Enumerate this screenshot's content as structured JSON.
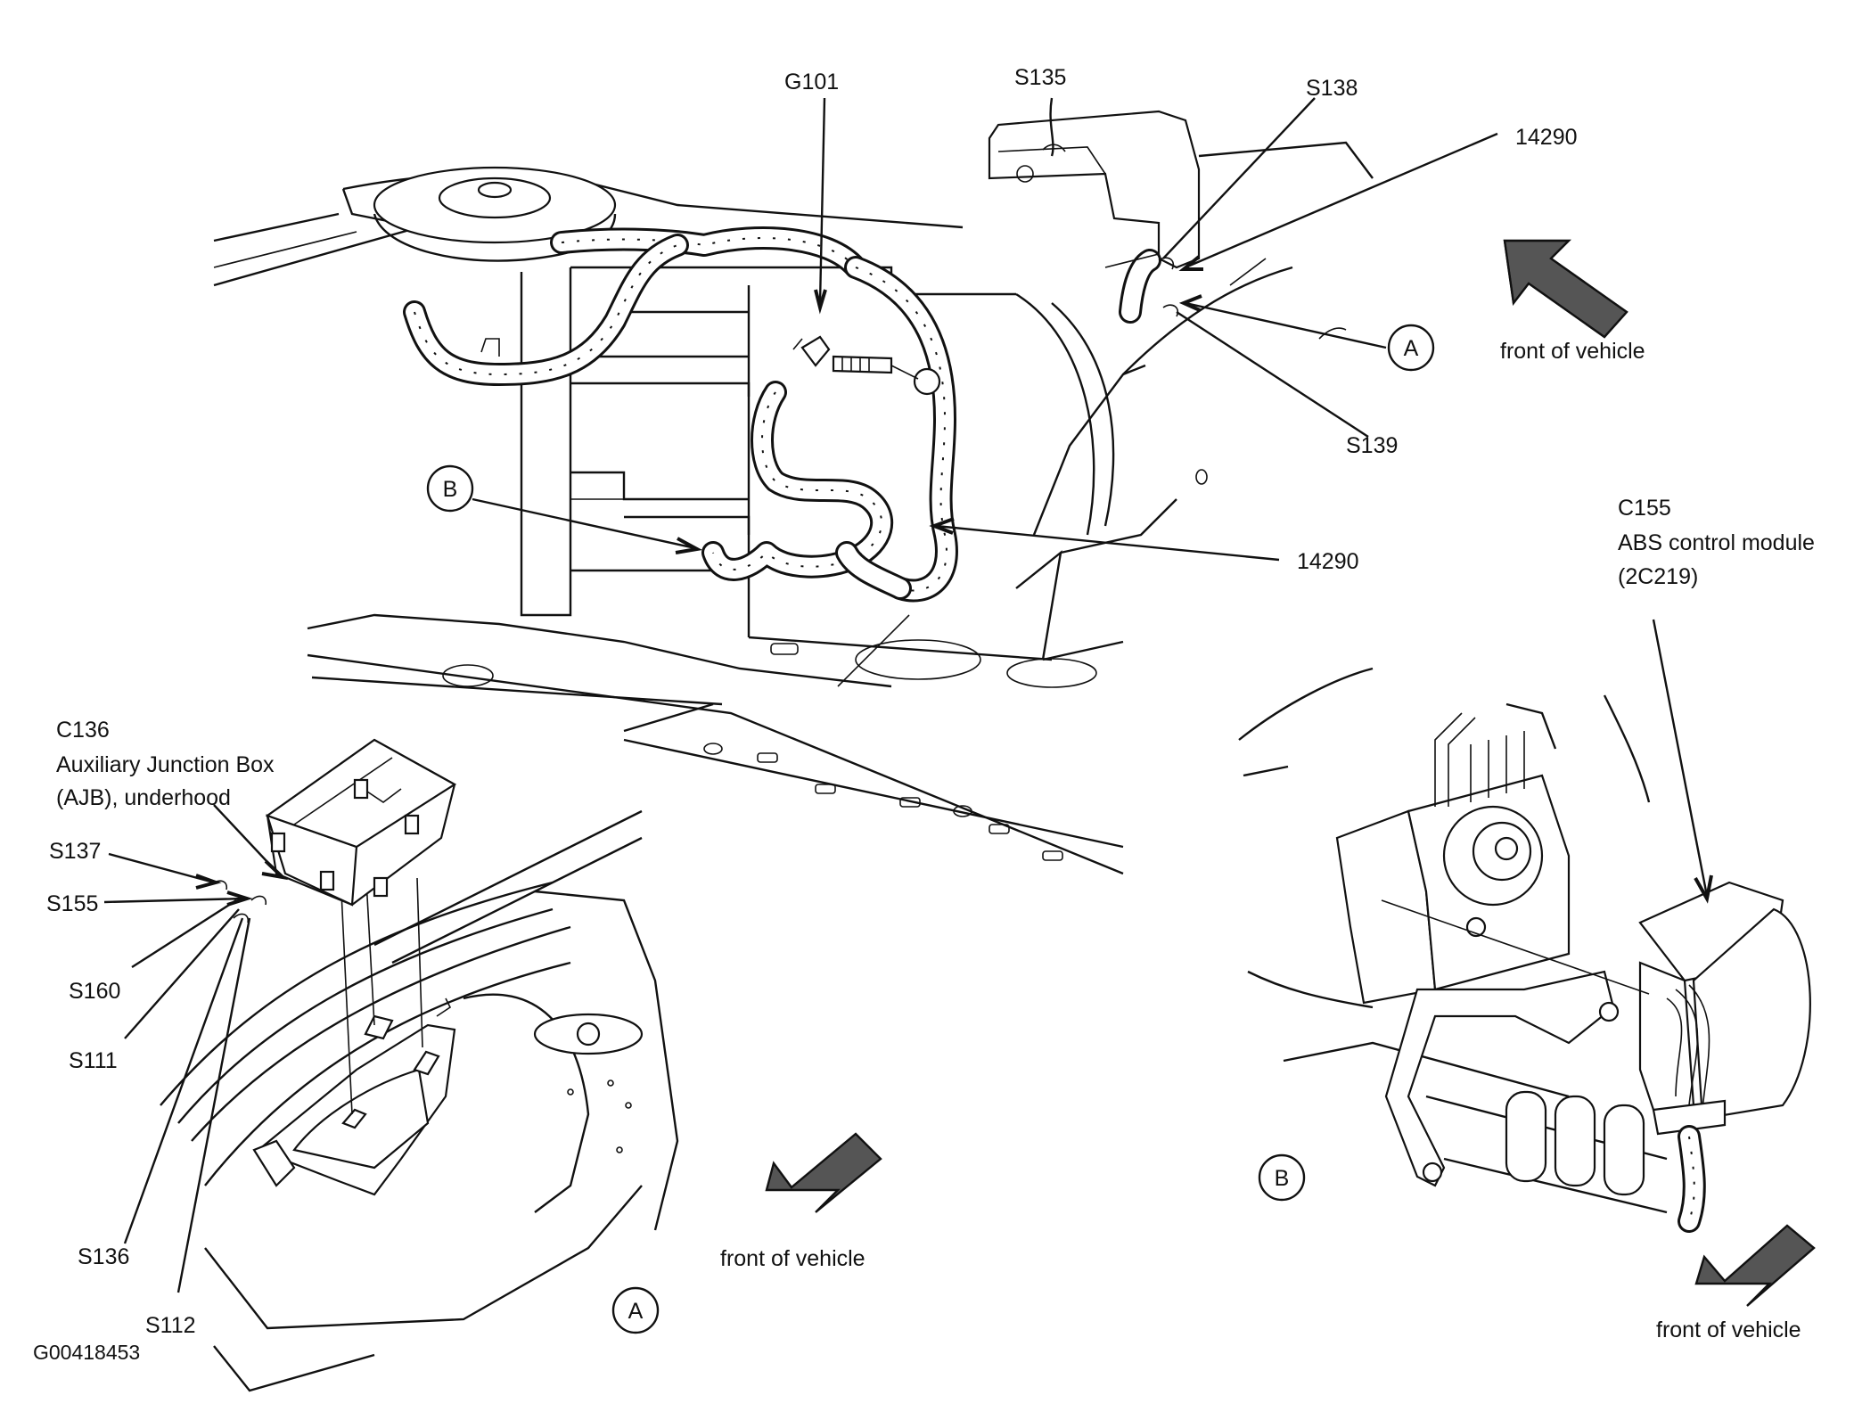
{
  "callouts": {
    "g101": "G101",
    "s135": "S135",
    "s138": "S138",
    "s139": "S139",
    "p14290_top": "14290",
    "p14290_mid": "14290",
    "c136": "C136",
    "c136_desc_1": "Auxiliary Junction Box",
    "c136_desc_2": "(AJB), underhood",
    "s137": "S137",
    "s155": "S155",
    "s160": "S160",
    "s111": "S111",
    "s136": "S136",
    "s112": "S112",
    "c155": "C155",
    "c155_desc_1": "ABS control module",
    "c155_desc_2": "(2C219)"
  },
  "view_markers": {
    "main_a": "A",
    "main_b": "B",
    "inset_a": "A",
    "inset_b": "B"
  },
  "direction_labels": {
    "main": "front of vehicle",
    "inset_a": "front of vehicle",
    "inset_b": "front of vehicle"
  },
  "figure_id": "G00418453"
}
